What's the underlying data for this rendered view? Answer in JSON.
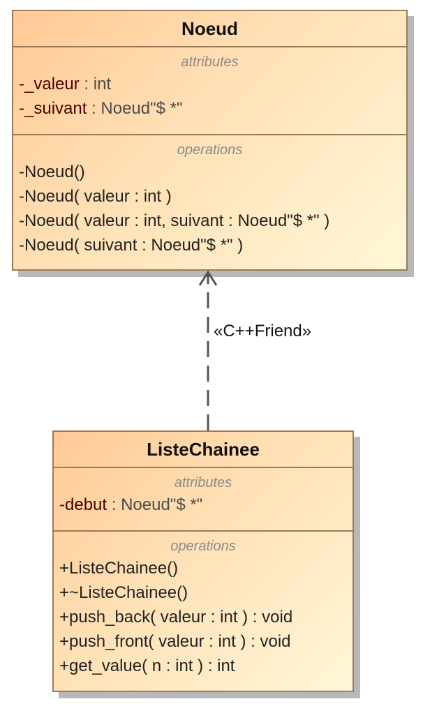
{
  "classes": {
    "noeud": {
      "name": "Noeud",
      "attributes_label": "attributes",
      "attributes": [
        {
          "visibility": "-",
          "name": "_valeur",
          "separator": " : ",
          "type": "int"
        },
        {
          "visibility": "-",
          "name": "_suivant",
          "separator": " : ",
          "type": "Noeud\"$ *\""
        }
      ],
      "operations_label": "operations",
      "operations": [
        {
          "text": "-Noeud()"
        },
        {
          "text": "-Noeud( valeur : int )"
        },
        {
          "text": "-Noeud( valeur : int, suivant : Noeud\"$ *\" )"
        },
        {
          "text": "-Noeud( suivant : Noeud\"$ *\" )"
        }
      ]
    },
    "liste_chainee": {
      "name": "ListeChainee",
      "attributes_label": "attributes",
      "attributes": [
        {
          "visibility": "-",
          "name": "debut",
          "separator": " : ",
          "type": "Noeud\"$ *\""
        }
      ],
      "operations_label": "operations",
      "operations": [
        {
          "text": "+ListeChainee()"
        },
        {
          "text": "+~ListeChainee()"
        },
        {
          "text": "+push_back( valeur : int ) : void"
        },
        {
          "text": "+push_front( valeur : int ) : void"
        },
        {
          "text": "+get_value( n : int ) : int"
        }
      ]
    }
  },
  "relationship": {
    "type": "dependency",
    "stereotype": "«C++Friend»",
    "from": "ListeChainee",
    "to": "Noeud"
  },
  "colors": {
    "border": "#9b7b58",
    "fill_start": "#ffc995",
    "fill_end": "#fff7d8",
    "member_name": "#4b0000",
    "member_type": "#4b4b4b",
    "section_label": "#8a8a8a",
    "connector": "#555555"
  }
}
